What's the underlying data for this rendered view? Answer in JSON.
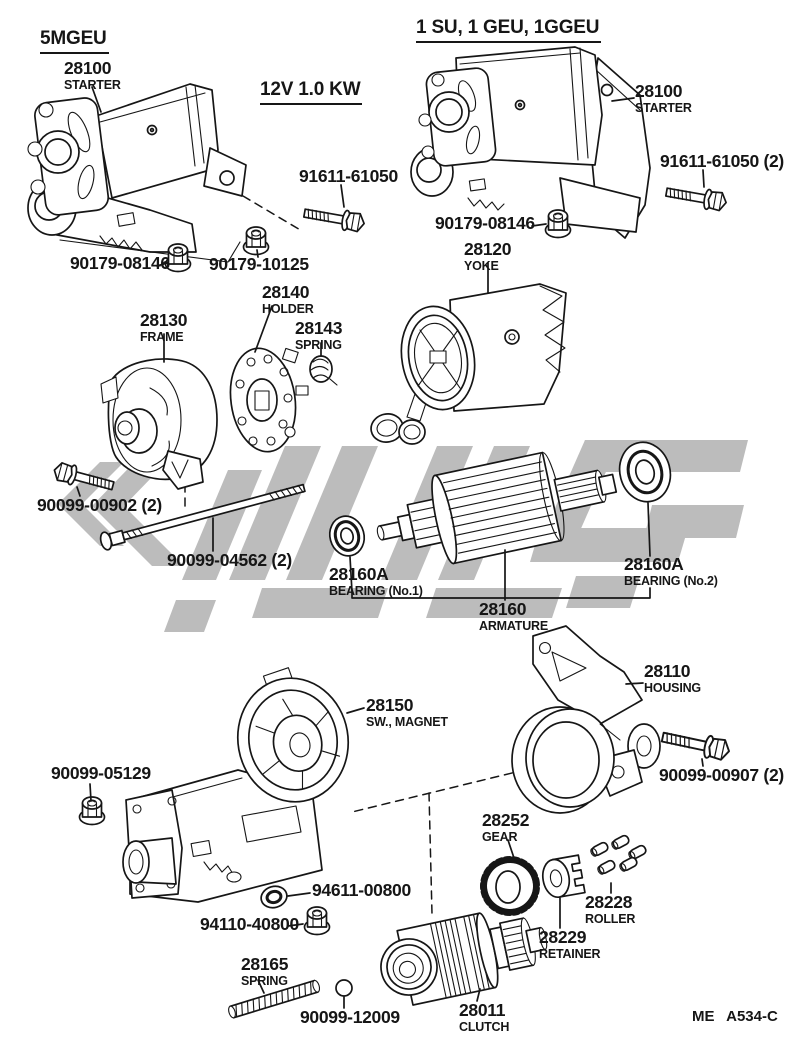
{
  "page": {
    "title_left_variant": "5MGEU",
    "title_right_variant": "1 SU, 1 GEU, 1GGEU",
    "spec": "12V 1.0 KW",
    "footer_code": "ME A534-C",
    "colors": {
      "ink": "#161616",
      "paper": "#ffffff",
      "watermark": "#bcbcbc"
    }
  },
  "labels": {
    "starter_left": {
      "number": "28100",
      "name": "STARTER"
    },
    "starter_right": {
      "number": "28100",
      "name": "STARTER"
    },
    "bolt_91611_61050_left": {
      "number": "91611-61050"
    },
    "bolt_91611_61050_right": {
      "number": "91611-61050 (2)"
    },
    "nut_90179_08146_left": {
      "number": "90179-08146"
    },
    "nut_90179_10125": {
      "number": "90179-10125"
    },
    "nut_90179_08146_right": {
      "number": "90179-08146"
    },
    "yoke": {
      "number": "28120",
      "name": "YOKE"
    },
    "holder": {
      "number": "28140",
      "name": "HOLDER"
    },
    "brush_spring": {
      "number": "28143",
      "name": "SPRING"
    },
    "frame": {
      "number": "28130",
      "name": "FRAME"
    },
    "bolt_90099_00902": {
      "number": "90099-00902 (2)"
    },
    "stud_90099_04562": {
      "number": "90099-04562 (2)"
    },
    "bearing_no1": {
      "number": "28160A",
      "name": "BEARING (No.1)"
    },
    "bearing_no2": {
      "number": "28160A",
      "name": "BEARING (No.2)"
    },
    "armature": {
      "number": "28160",
      "name": "ARMATURE"
    },
    "housing": {
      "number": "28110",
      "name": "HOUSING"
    },
    "magnet_switch": {
      "number": "28150",
      "name": "SW., MAGNET"
    },
    "nut_90099_05129": {
      "number": "90099-05129"
    },
    "bolt_90099_00907": {
      "number": "90099-00907 (2)"
    },
    "gear": {
      "number": "28252",
      "name": "GEAR"
    },
    "washer_94611_00800": {
      "number": "94611-00800"
    },
    "nut_94110_40800": {
      "number": "94110-40800"
    },
    "roller": {
      "number": "28228",
      "name": "ROLLER"
    },
    "retainer": {
      "number": "28229",
      "name": "RETAINER"
    },
    "drive_spring": {
      "number": "28165",
      "name": "SPRING"
    },
    "ball_90099_12009": {
      "number": "90099-12009"
    },
    "clutch": {
      "number": "28011",
      "name": "CLUTCH"
    }
  }
}
